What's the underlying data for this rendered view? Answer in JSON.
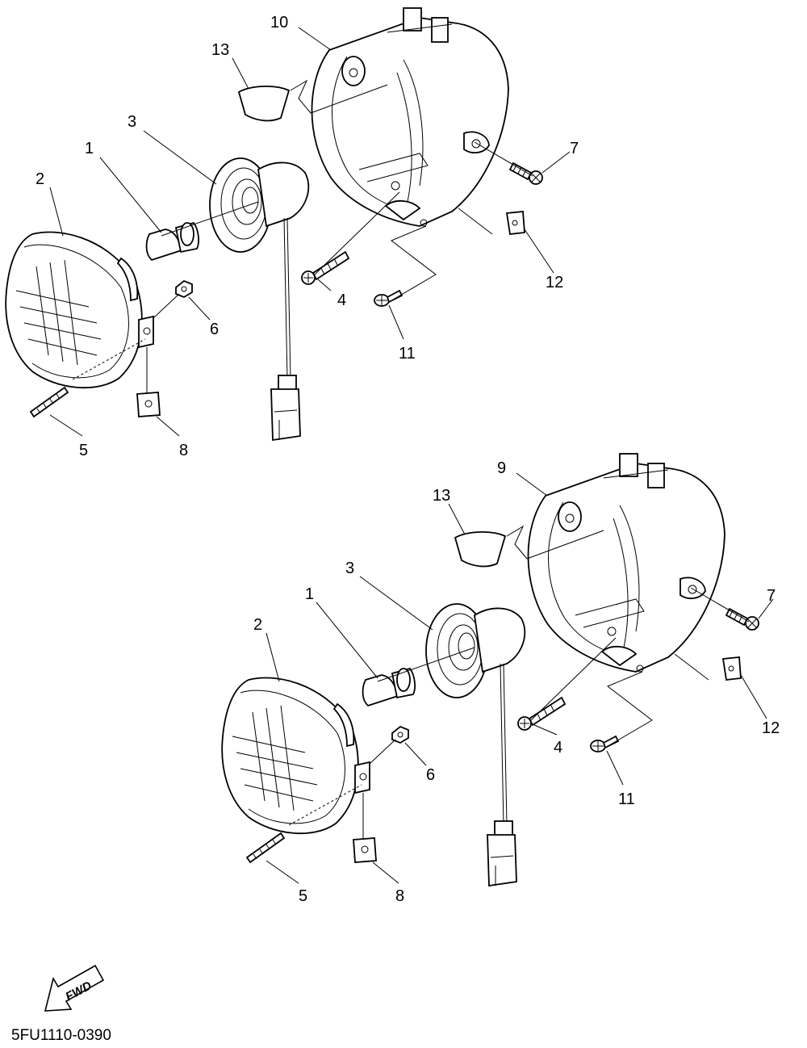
{
  "diagram": {
    "drawing_code": "5FU1110-0390",
    "fwd_label": "FWD",
    "upper_assembly": {
      "callouts": [
        {
          "id": "u-1",
          "label": "1"
        },
        {
          "id": "u-2",
          "label": "2"
        },
        {
          "id": "u-3",
          "label": "3"
        },
        {
          "id": "u-4",
          "label": "4"
        },
        {
          "id": "u-5",
          "label": "5"
        },
        {
          "id": "u-6",
          "label": "6"
        },
        {
          "id": "u-7",
          "label": "7"
        },
        {
          "id": "u-8",
          "label": "8"
        },
        {
          "id": "u-10",
          "label": "10"
        },
        {
          "id": "u-11",
          "label": "11"
        },
        {
          "id": "u-12",
          "label": "12"
        },
        {
          "id": "u-13",
          "label": "13"
        }
      ]
    },
    "lower_assembly": {
      "callouts": [
        {
          "id": "l-1",
          "label": "1"
        },
        {
          "id": "l-2",
          "label": "2"
        },
        {
          "id": "l-3",
          "label": "3"
        },
        {
          "id": "l-4",
          "label": "4"
        },
        {
          "id": "l-5",
          "label": "5"
        },
        {
          "id": "l-6",
          "label": "6"
        },
        {
          "id": "l-7",
          "label": "7"
        },
        {
          "id": "l-8",
          "label": "8"
        },
        {
          "id": "l-9",
          "label": "9"
        },
        {
          "id": "l-11",
          "label": "11"
        },
        {
          "id": "l-12",
          "label": "12"
        },
        {
          "id": "l-13",
          "label": "13"
        }
      ]
    }
  }
}
